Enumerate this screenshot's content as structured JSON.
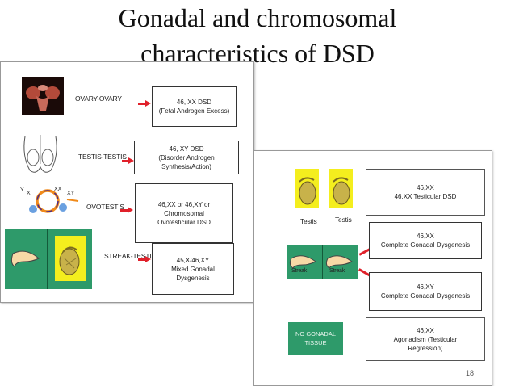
{
  "slide": {
    "title_line1": "Gonadal and chromosomal",
    "title_line2": "characteristics of DSD",
    "page_number": "18"
  },
  "left_panel": {
    "rows": [
      {
        "label": "OVARY-OVARY",
        "box_line1": "46, XX DSD",
        "box_line2": "(Fetal Androgen Excess)",
        "box_line3": ""
      },
      {
        "label": "TESTIS-TESTIS",
        "box_line1": "46, XY DSD",
        "box_line2": "(Disorder Androgen Synthesis/Action)",
        "box_line3": ""
      },
      {
        "label": "OVOTESTIS",
        "box_line1": "46,XX or 46,XY or",
        "box_line2": "Chromosomal",
        "box_line3": "Ovotesticular DSD"
      },
      {
        "label": "STREAK-TESTIS",
        "box_line1": "45,X/46,XY",
        "box_line2": "Mixed Gonadal",
        "box_line3": "Dysgenesis"
      }
    ],
    "diagram_letters": [
      "Y",
      "X",
      "XX",
      "XY"
    ]
  },
  "right_panel": {
    "testis_label_1": "Testis",
    "testis_label_2": "Testis",
    "streak_label_1": "Streak",
    "streak_label_2": "Streak",
    "no_gonad_line1": "NO GONADAL",
    "no_gonad_line2": "TISSUE",
    "boxes": [
      {
        "line1": "46,XX",
        "line2": "46,XX Testicular DSD",
        "line3": ""
      },
      {
        "line1": "46,XX",
        "line2": "Complete Gonadal Dysgenesis",
        "line3": ""
      },
      {
        "line1": "46,XY",
        "line2": "Complete Gonadal Dysgenesis",
        "line3": ""
      },
      {
        "line1": "46,XX",
        "line2": "Agonadism (Testicular",
        "line3": "Regression)"
      }
    ]
  },
  "colors": {
    "arrow": "#e0202a",
    "green": "#2e9a6a",
    "yellow": "#f4ee1e"
  }
}
